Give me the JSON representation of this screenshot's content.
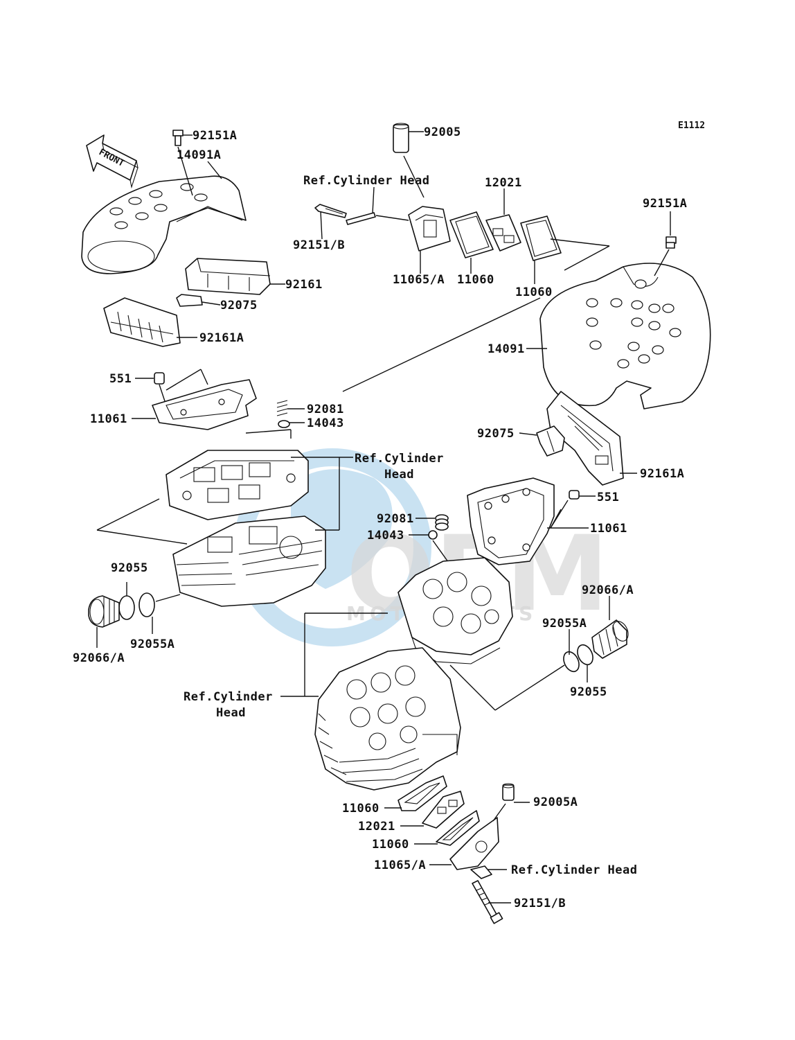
{
  "diagram_code": "E1112",
  "front_arrow": {
    "text": "FRONT"
  },
  "watermark": {
    "brand": "OEM",
    "sub": "MOTORPARTS",
    "color": "#5aa7d8",
    "color_gray": "#b5b5b5"
  },
  "labels": {
    "l_92151A_top": "92151A",
    "l_14091A": "14091A",
    "l_92005": "92005",
    "l_ref_top": "Ref.Cylinder Head",
    "l_12021_top": "12021",
    "l_92151A_right": "92151A",
    "l_92151B_top": "92151/B",
    "l_11065A_top": "11065/A",
    "l_11060_top1": "11060",
    "l_11060_top2": "11060",
    "l_92161": "92161",
    "l_92075_left": "92075",
    "l_92161A_left": "92161A",
    "l_14091": "14091",
    "l_551_left": "551",
    "l_11061_left": "11061",
    "l_92081_top": "92081",
    "l_14043_top": "14043",
    "l_92075_right": "92075",
    "l_ref_mid_1": "Ref.Cylinder",
    "l_ref_mid_2": "Head",
    "l_92161A_right": "92161A",
    "l_551_right": "551",
    "l_92081_mid": "92081",
    "l_14043_mid": "14043",
    "l_11061_right": "11061",
    "l_92055_left": "92055",
    "l_92066A_left": "92066/A",
    "l_92055A_left": "92055A",
    "l_92066A_right": "92066/A",
    "l_92055A_right": "92055A",
    "l_92055_right": "92055",
    "l_ref_low_1": "Ref.Cylinder",
    "l_ref_low_2": "Head",
    "l_11060_low1": "11060",
    "l_12021_low": "12021",
    "l_11060_low2": "11060",
    "l_11065A_low": "11065/A",
    "l_92005A": "92005A",
    "l_ref_bottom": "Ref.Cylinder Head",
    "l_92151B_low": "92151/B"
  }
}
